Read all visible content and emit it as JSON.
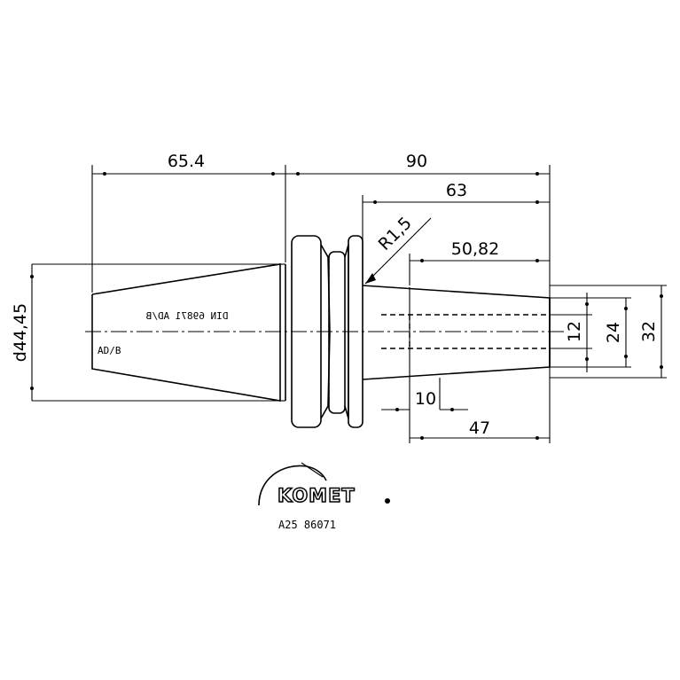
{
  "dimensions": {
    "d_65_4": "65.4",
    "d_90": "90",
    "d_63": "63",
    "d_r1_5": "R1,5",
    "d_50_82": "50,82",
    "d_44_45": "d44,45",
    "d_12": "12",
    "d_24": "24",
    "d_32": "32",
    "d_10": "10",
    "d_47": "47"
  },
  "shank_text": {
    "line1": "DIN 69871 AD/B",
    "line2": "AD/B"
  },
  "logo": {
    "brand": "KOMET",
    "code": "A25 86071"
  }
}
